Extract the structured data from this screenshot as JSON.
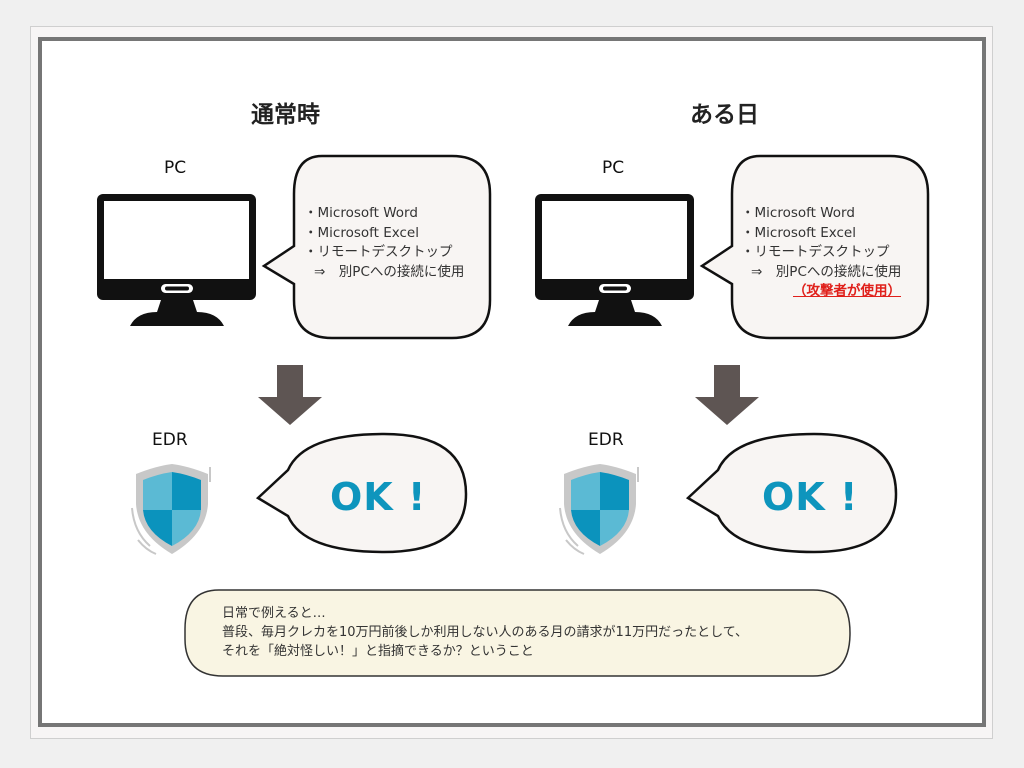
{
  "left": {
    "heading": "通常時",
    "pc_label": "PC",
    "edr_label": "EDR",
    "bubble_lines": [
      "・Microsoft Word",
      "・Microsoft Excel",
      "・リモートデスクトップ",
      "⇒　別PCへの接続に使用"
    ],
    "result": "OK !"
  },
  "right": {
    "heading": "ある日",
    "pc_label": "PC",
    "edr_label": "EDR",
    "bubble_lines": [
      "・Microsoft Word",
      "・Microsoft Excel",
      "・リモートデスクトップ",
      "⇒　別PCへの接続に使用"
    ],
    "attacker_note": "（攻撃者が使用）",
    "result": "OK !"
  },
  "note": {
    "lines": [
      "日常で例えると…",
      "普段、毎月クレカを10万円前後しか利用しない人のある月の請求が11万円だったとして、",
      "それを「絶対怪しい！」と指摘できるか？ということ"
    ]
  },
  "colors": {
    "frame": "#767676",
    "bubble_fill": "#f8f5f3",
    "note_fill": "#f9f5e3",
    "arrow": "#5e5553",
    "ok_text": "#0e95bd",
    "shield_dark": "#0b93bd",
    "shield_light": "#5bbad4",
    "shield_rim": "#c8c8c8",
    "alert": "#e0201b"
  }
}
